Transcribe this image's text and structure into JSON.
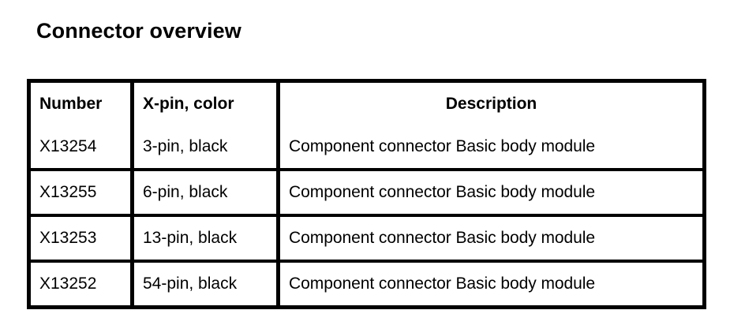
{
  "document": {
    "title": "Connector overview",
    "background_color": "#ffffff",
    "text_color": "#000000",
    "border_color": "#000000"
  },
  "table": {
    "columns": [
      {
        "key": "number",
        "label": "Number"
      },
      {
        "key": "xpin_color",
        "label": "X-pin, color"
      },
      {
        "key": "description",
        "label": "Description"
      }
    ],
    "rows": [
      {
        "number": "X13254",
        "xpin_color": "3-pin, black",
        "description": "Component connector Basic body module"
      },
      {
        "number": "X13255",
        "xpin_color": "6-pin, black",
        "description": "Component connector Basic body module"
      },
      {
        "number": "X13253",
        "xpin_color": "13-pin, black",
        "description": "Component connector Basic body module"
      },
      {
        "number": "X13252",
        "xpin_color": "54-pin, black",
        "description": "Component connector Basic body module"
      }
    ]
  }
}
